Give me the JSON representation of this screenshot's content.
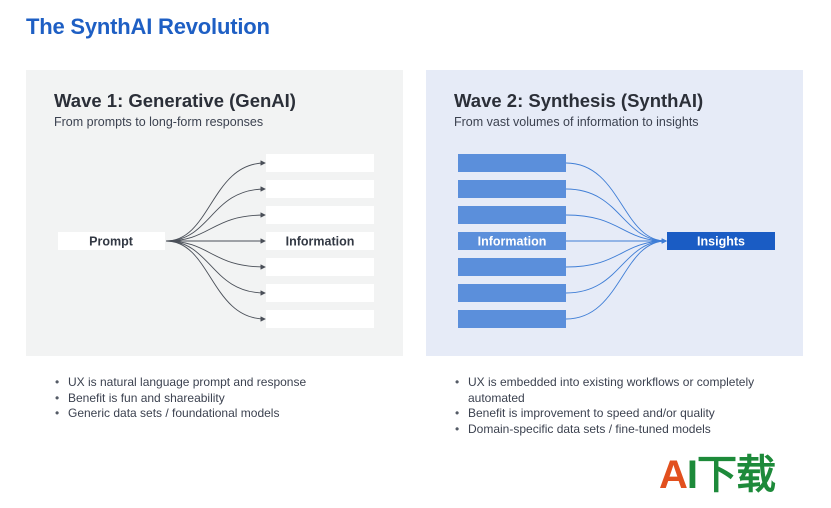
{
  "title": "The SynthAI Revolution",
  "wave1": {
    "title": "Wave 1: Generative (GenAI)",
    "subtitle": "From prompts to long-form responses",
    "source_label": "Prompt",
    "output_label": "Information",
    "bullets": [
      "UX is natural language prompt and response",
      "Benefit is fun and shareability",
      "Generic data sets / foundational models"
    ]
  },
  "wave2": {
    "title": "Wave 2: Synthesis (SynthAI)",
    "subtitle": "From vast volumes of information to insights",
    "input_label": "Information",
    "target_label": "Insights",
    "bullets": [
      "UX is embedded into existing workflows or completely automated",
      "Benefit is improvement to speed and/or quality",
      "Domain-specific data sets / fine-tuned models"
    ]
  },
  "colors": {
    "title_blue": "#1e5fc4",
    "wave2_box": "#5b8fdb",
    "insights_box": "#1a5cc4",
    "wave1_panel": "#f2f3f3",
    "wave2_panel": "#e6ebf7"
  },
  "watermark": {
    "part1": "A",
    "part2": "I下载"
  }
}
